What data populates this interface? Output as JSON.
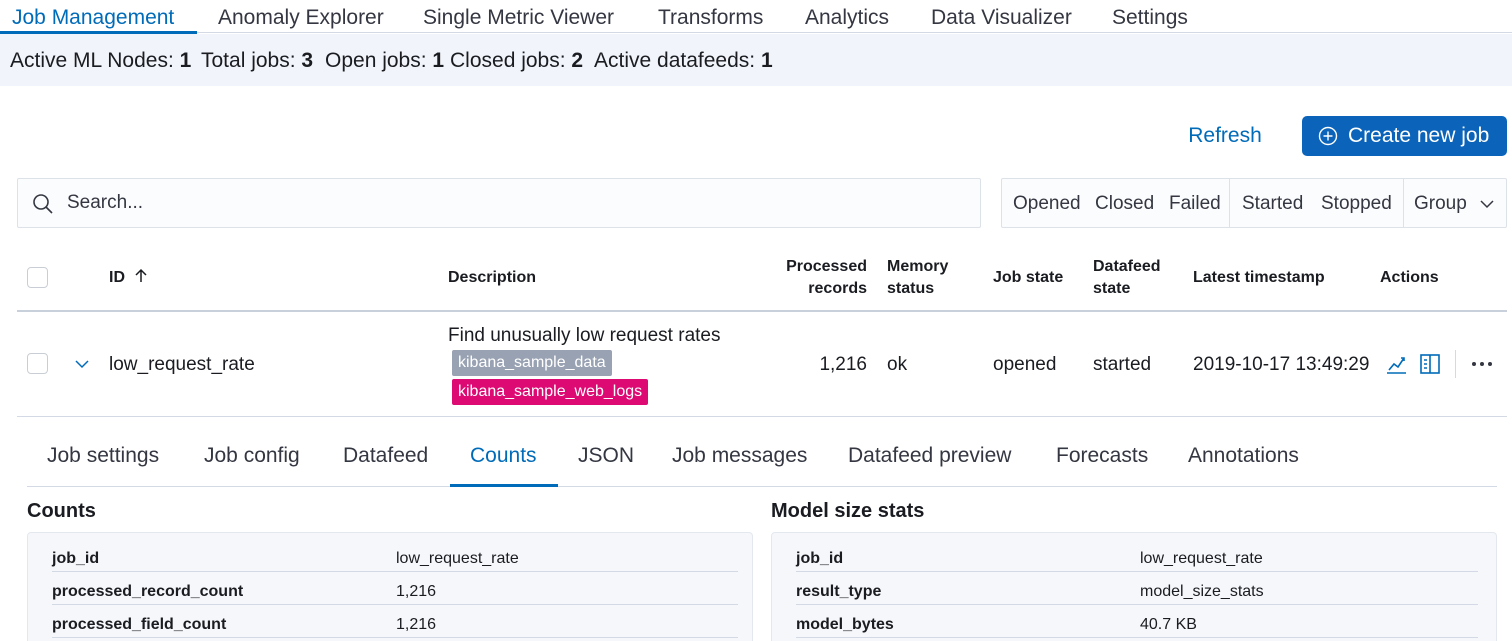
{
  "nav": {
    "tabs": [
      "Job Management",
      "Anomaly Explorer",
      "Single Metric Viewer",
      "Transforms",
      "Analytics",
      "Data Visualizer",
      "Settings"
    ]
  },
  "stats": [
    {
      "label": "Active ML Nodes:",
      "value": "1"
    },
    {
      "label": "Total jobs:",
      "value": "3"
    },
    {
      "label": "Open jobs:",
      "value": "1"
    },
    {
      "label": "Closed jobs:",
      "value": "2"
    },
    {
      "label": "Active datafeeds:",
      "value": "1"
    }
  ],
  "actions": {
    "refresh": "Refresh",
    "create": "Create new job"
  },
  "search": {
    "placeholder": "Search..."
  },
  "filters": [
    "Opened",
    "Closed",
    "Failed",
    "Started",
    "Stopped",
    "Group"
  ],
  "table": {
    "headers": {
      "id": "ID",
      "description": "Description",
      "processed_1": "Processed",
      "processed_2": "records",
      "memory_1": "Memory",
      "memory_2": "status",
      "job_state": "Job state",
      "datafeed_1": "Datafeed",
      "datafeed_2": "state",
      "latest": "Latest timestamp",
      "actions": "Actions"
    },
    "row": {
      "id": "low_request_rate",
      "description": "Find unusually low request rates",
      "groups": [
        "kibana_sample_data",
        "kibana_sample_web_logs"
      ],
      "processed_records": "1,216",
      "memory_status": "ok",
      "job_state": "opened",
      "datafeed_state": "started",
      "latest_timestamp": "2019-10-17 13:49:29"
    }
  },
  "detail_tabs": [
    "Job settings",
    "Job config",
    "Datafeed",
    "Counts",
    "JSON",
    "Job messages",
    "Datafeed preview",
    "Forecasts",
    "Annotations"
  ],
  "counts": {
    "title": "Counts",
    "rows": [
      {
        "key": "job_id",
        "value": "low_request_rate"
      },
      {
        "key": "processed_record_count",
        "value": "1,216"
      },
      {
        "key": "processed_field_count",
        "value": "1,216"
      }
    ]
  },
  "model_size": {
    "title": "Model size stats",
    "rows": [
      {
        "key": "job_id",
        "value": "low_request_rate"
      },
      {
        "key": "result_type",
        "value": "model_size_stats"
      },
      {
        "key": "model_bytes",
        "value": "40.7 KB"
      }
    ]
  },
  "colors": {
    "accent": "#006bb8",
    "primary_button": "#0b64b9",
    "badge_gray": "#98a2b3",
    "badge_pink": "#dd0a73",
    "stats_bg": "#f1f4fa"
  }
}
